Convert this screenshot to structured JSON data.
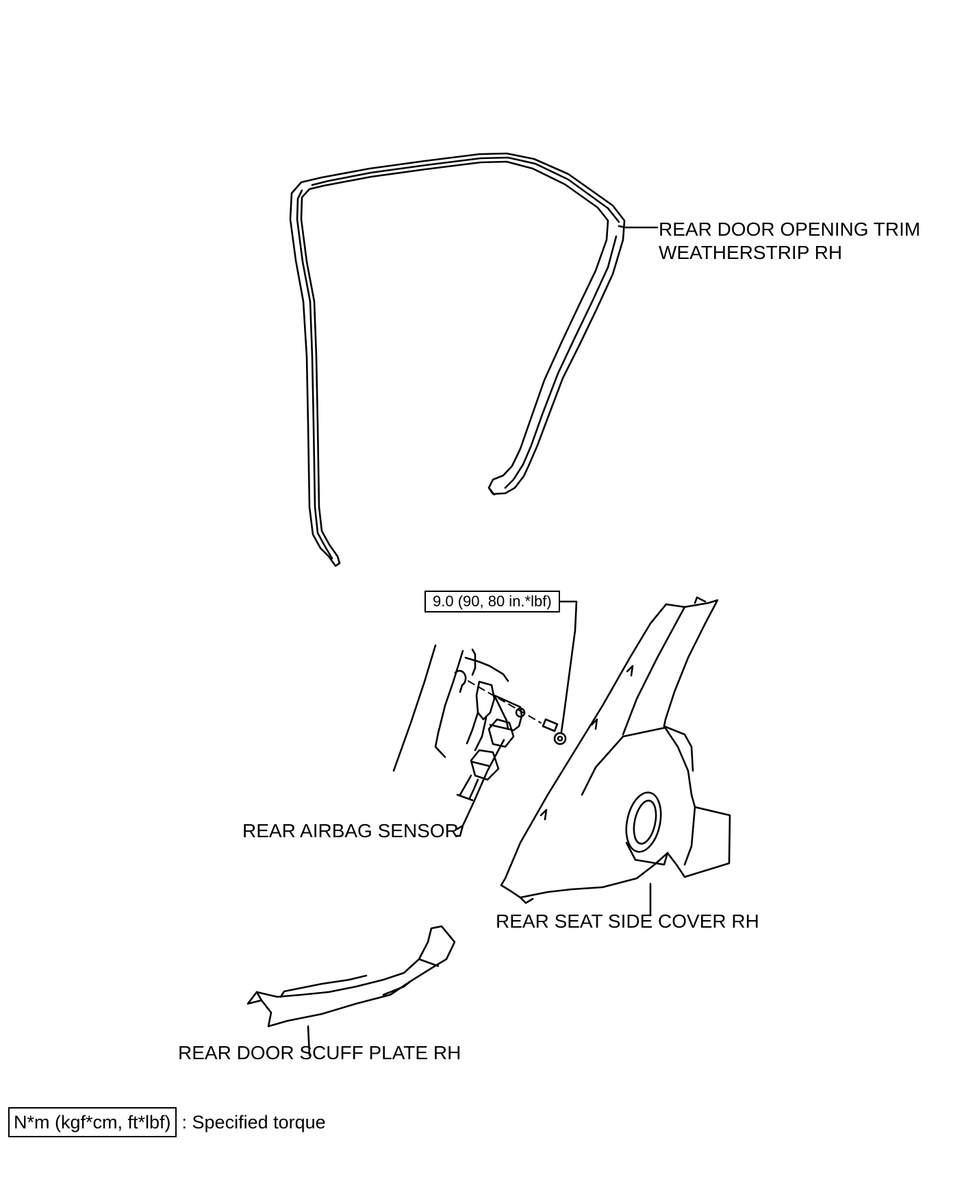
{
  "labels": {
    "weatherstrip_line1": "REAR DOOR OPENING TRIM",
    "weatherstrip_line2": "WEATHERSTRIP RH",
    "torque_value": "9.0 (90, 80 in.*lbf)",
    "airbag_sensor": "REAR AIRBAG SENSOR",
    "seat_side_cover": "REAR SEAT SIDE COVER RH",
    "scuff_plate": "REAR DOOR SCUFF PLATE RH"
  },
  "legend": {
    "box_text": "N*m (kgf*cm, ft*lbf)",
    "description": ": Specified torque"
  }
}
